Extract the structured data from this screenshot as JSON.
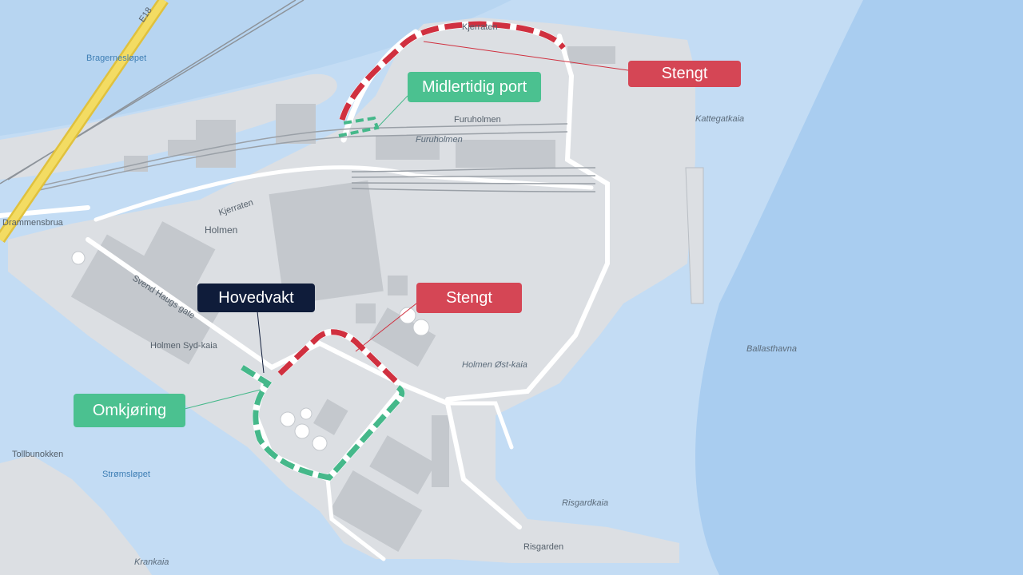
{
  "map": {
    "colors": {
      "water_deep": "#a9cdf0",
      "water_shallow": "#c3dcf4",
      "land": "#dcdfe3",
      "building": "#c4c8cd",
      "road": "#ffffff",
      "closed_route": "#d0303f",
      "detour_route": "#45b88a",
      "highway": "#f0d24c"
    },
    "callouts": {
      "stengt_north": "Stengt",
      "midlertidig_port": "Midlertidig port",
      "stengt_center": "Stengt",
      "hovedvakt": "Hovedvakt",
      "omkjoring": "Omkjøring"
    },
    "labels": {
      "e18": "E18",
      "bragernesloepet": "Bragernesløpet",
      "kjerraten_top": "Kjerraten",
      "furuholmen_1": "Furuholmen",
      "furuholmen_2": "Furuholmen",
      "kattegatkaia": "Kattegatkaia",
      "drammensbrua": "Drammensbrua",
      "kjerraten_mid": "Kjerraten",
      "holmen": "Holmen",
      "svend_haugs_gate": "Svend Haugs gate",
      "holmen_syd_kaia": "Holmen Syd-kaia",
      "holmen_ost_kaia": "Holmen Øst-kaia",
      "ballasthavna": "Ballasthavna",
      "tollbunokken": "Tollbunokken",
      "stromsloepet": "Strømsløpet",
      "risgardkaia": "Risgardkaia",
      "risgarden": "Risgarden",
      "krankaia": "Krankaia"
    }
  }
}
